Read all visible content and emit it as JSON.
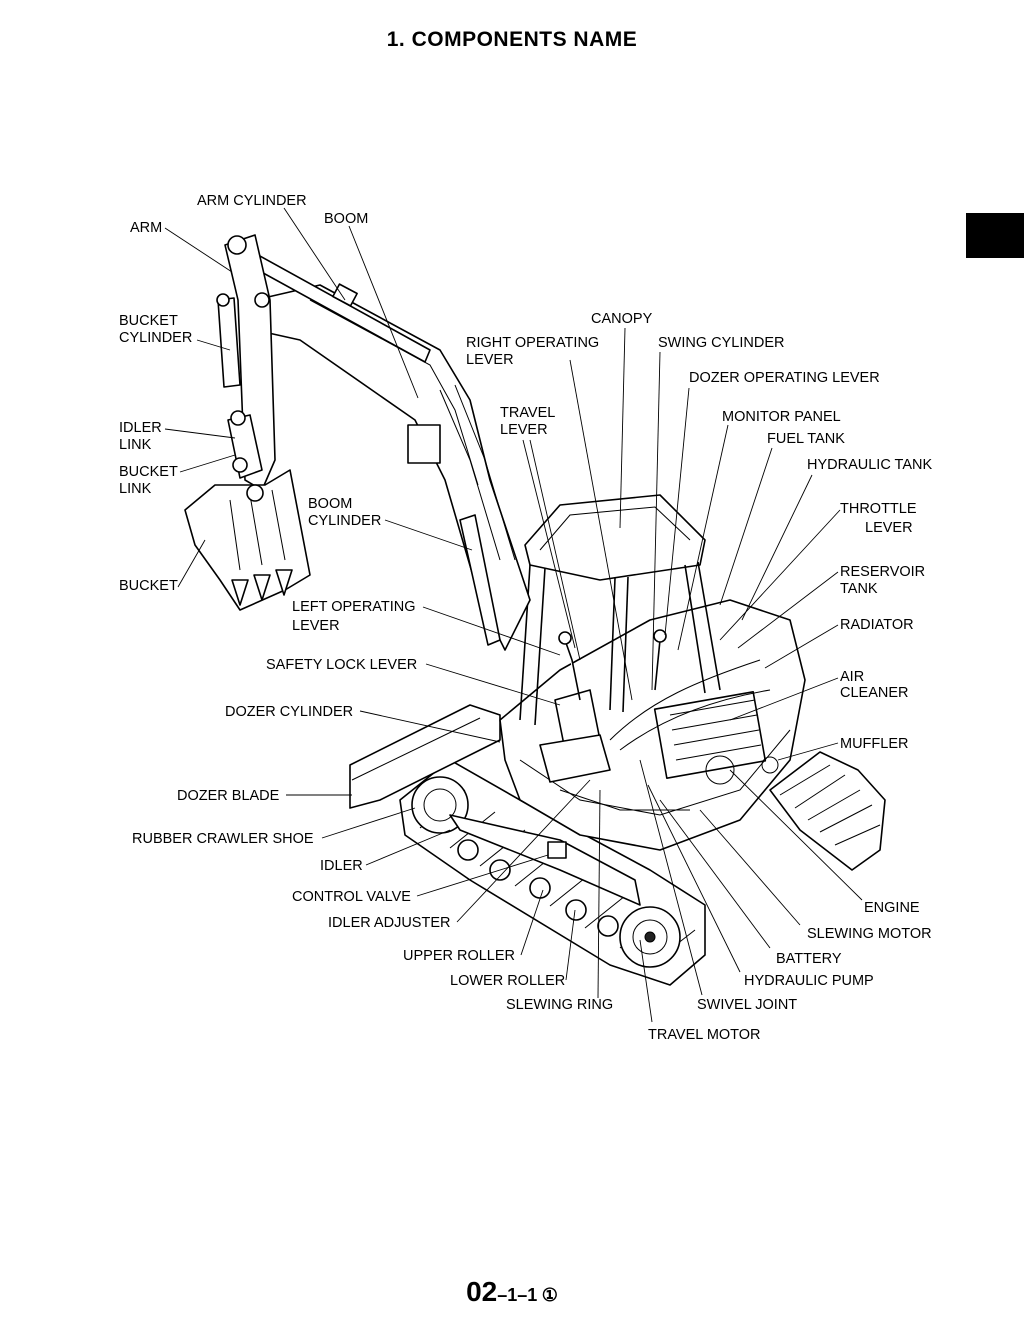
{
  "title": "1.  COMPONENTS  NAME",
  "labels": {
    "arm_cylinder": "ARM CYLINDER",
    "boom": "BOOM",
    "arm": "ARM",
    "bucket_cylinder": [
      "BUCKET",
      "CYLINDER"
    ],
    "idler_link": [
      "IDLER",
      "LINK"
    ],
    "bucket_link": [
      "BUCKET",
      "LINK"
    ],
    "bucket": "BUCKET",
    "boom_cylinder": [
      "BOOM",
      "CYLINDER"
    ],
    "left_operating_lever": [
      "LEFT OPERATING",
      "LEVER"
    ],
    "safety_lock_lever": "SAFETY LOCK LEVER",
    "dozer_cylinder": "DOZER CYLINDER",
    "dozer_blade": "DOZER BLADE",
    "rubber_crawler_shoe": "RUBBER CRAWLER SHOE",
    "idler": "IDLER",
    "control_valve": "CONTROL VALVE",
    "idler_adjuster": "IDLER ADJUSTER",
    "upper_roller": "UPPER ROLLER",
    "lower_roller": "LOWER ROLLER",
    "slewing_ring": "SLEWING RING",
    "travel_motor": "TRAVEL MOTOR",
    "swivel_joint": "SWIVEL JOINT",
    "hydraulic_pump": "HYDRAULIC PUMP",
    "battery": "BATTERY",
    "slewing_motor": "SLEWING MOTOR",
    "engine": "ENGINE",
    "muffler": "MUFFLER",
    "air_cleaner": [
      "AIR",
      "CLEANER"
    ],
    "radiator": "RADIATOR",
    "reservoir_tank": [
      "RESERVOIR",
      "TANK"
    ],
    "throttle_lever": [
      "THROTTLE",
      "LEVER"
    ],
    "hydraulic_tank": "HYDRAULIC TANK",
    "fuel_tank": "FUEL TANK",
    "monitor_panel": "MONITOR PANEL",
    "dozer_operating_lever": "DOZER OPERATING LEVER",
    "swing_cylinder": "SWING CYLINDER",
    "canopy": "CANOPY",
    "right_operating_lever": [
      "RIGHT OPERATING",
      "LEVER"
    ],
    "travel_lever": [
      "TRAVEL",
      "LEVER"
    ]
  },
  "page_number": {
    "main": "02",
    "sub": "–1–1",
    "revision": "①"
  }
}
